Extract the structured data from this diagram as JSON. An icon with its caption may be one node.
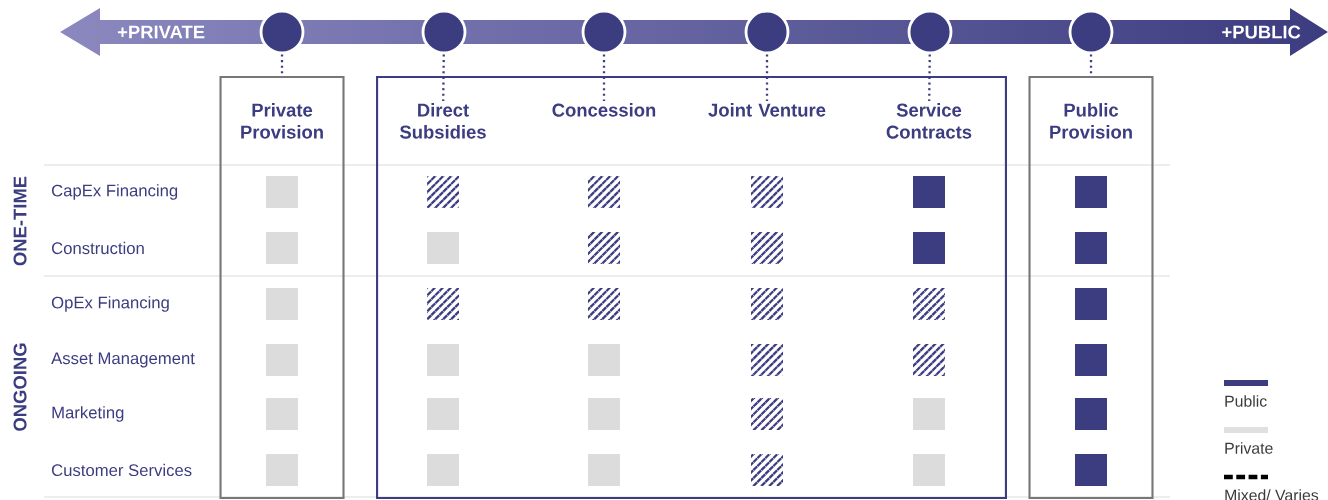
{
  "diagram": {
    "nodes": [
      {
        "text": [],
        "shape": "circle"
      },
      {
        "text": [],
        "shape": "circle"
      },
      {
        "text": [],
        "shape": "circle"
      },
      {
        "text": [],
        "shape": "circle"
      },
      {
        "text": [],
        "shape": "circle"
      },
      {
        "text": [],
        "shape": "circle"
      },
      {
        "text": [
          "Private Provision"
        ]
      },
      {
        "text": [],
        "shape": "box"
      },
      {
        "text": [
          "Direct Subsidies"
        ],
        "in": 7
      },
      {
        "text": [
          "Concession"
        ],
        "in": 7
      },
      {
        "text": [
          "Joint Venture"
        ],
        "in": 7
      },
      {
        "text": [
          "Service Contracts"
        ],
        "in": 7
      },
      {
        "text": [
          "Public Provision"
        ]
      }
    ],
    "edges": [
      {
        "from": 0,
        "to": 6,
        "arrow": "none",
        "style": "dashed"
      },
      {
        "from": 1,
        "to": 8,
        "arrow": "none",
        "style": "dashed"
      },
      {
        "from": 2,
        "to": 9,
        "arrow": "none",
        "style": "dashed"
      },
      {
        "from": 3,
        "to": 10,
        "arrow": "none",
        "style": "dashed"
      },
      {
        "from": 4,
        "to": 11,
        "arrow": "none",
        "style": "dashed"
      },
      {
        "from": 5,
        "to": 12,
        "arrow": "none",
        "style": "dashed"
      }
    ],
    "labels": [
      "+PRIVATE",
      "+PUBLIC",
      "ONE-TIME",
      "CapEx Financing",
      "Construction",
      "ONGOING",
      "OpEx Financing",
      "Asset Management",
      "Marketing",
      "Customer Services"
    ],
    "legend": [
      {
        "text": "Public",
        "color": "#3c3c80"
      },
      {
        "text": "Private",
        "color": "#e0e0e0"
      },
      {
        "text": "Mixed/ Varies"
      }
    ]
  }
}
